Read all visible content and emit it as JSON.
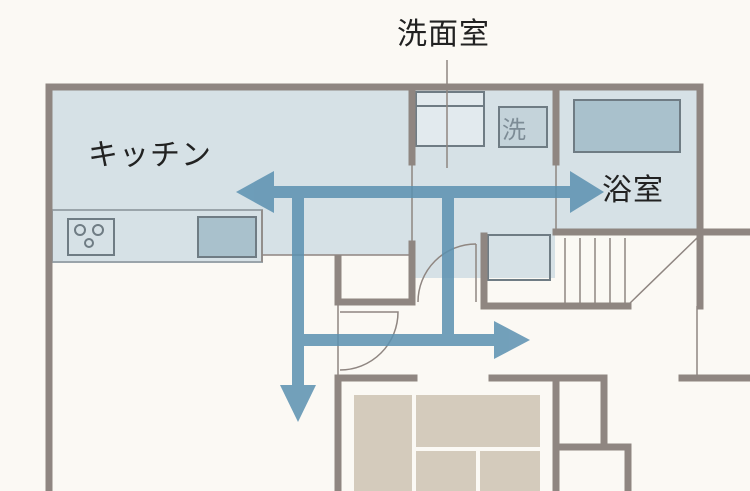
{
  "labels": {
    "washroom": "洗面室",
    "kitchen": "キッチン",
    "bath": "浴室",
    "washer": "洗"
  },
  "colors": {
    "background": "#fbf9f4",
    "wall": "#8f8681",
    "room_highlight": "#d6e1e6",
    "fixture_fill": "#a9c1cc",
    "fixture_stroke": "#6f7c84",
    "arrow": "#5b91b0",
    "tatami": "#d4cbbc"
  },
  "icons": [
    "stove-icon",
    "sink-icon",
    "washing-machine-icon",
    "bathtub-icon",
    "stairs-icon",
    "door-swing-icon"
  ]
}
